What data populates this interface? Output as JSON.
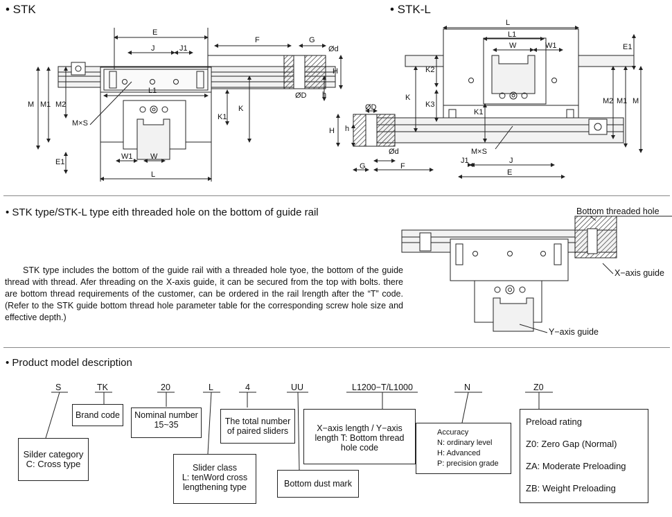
{
  "titles": {
    "stk": "• STK",
    "stkl": "• STK-L"
  },
  "dims_left": {
    "E": "E",
    "J": "J",
    "J1": "J1",
    "F": "F",
    "G": "G",
    "phi_d": "Ød",
    "H": "H",
    "phi_D": "ØD",
    "h": "h",
    "L1": "L1",
    "M": "M",
    "M1": "M1",
    "M2": "M2",
    "MxS": "M×S",
    "K1": "K1",
    "K": "K",
    "E1": "E1",
    "W1": "W1",
    "W": "W",
    "L": "L"
  },
  "dims_right": {
    "L": "L",
    "L1": "L1",
    "W": "W",
    "W1": "W1",
    "E1": "E1",
    "K2": "K2",
    "K": "K",
    "K3": "K3",
    "phi_D": "ØD",
    "H": "H",
    "h": "h",
    "K1": "K1",
    "M2": "M2",
    "M1": "M1",
    "M": "M",
    "MxS": "M×S",
    "phi_d": "Ød",
    "J1": "J1",
    "J": "J",
    "G": "G",
    "F": "F",
    "E": "E"
  },
  "section2": {
    "heading": "•  STK type/STK-L type eith threaded hole on the bottom of guide rail",
    "paragraph": "STK type includes the bottom of the guide rail with a threaded hole tyoe, the bottom of the guide thread with thread. Afer threading on the X-axis guide, it can be secured from the top with bolts. there are bottom thread requirements of the customer, can be ordered in the rail lrength after the  “T” code.(Refer to the STK guide bottom thread hole parameter table for the corresponding screw hole size and effective depth.)",
    "label_bottom_hole": "Bottom threaded hole",
    "label_x_axis": "X−axis guide",
    "label_y_axis": "Y−axis guide"
  },
  "section3": {
    "heading": "•  Product model  description",
    "codes": [
      "S",
      "TK",
      "20",
      "L",
      "4",
      "UU",
      "L1200−T/L1000",
      "N",
      "Z0"
    ],
    "boxes": {
      "brand": "Brand code",
      "nominal": [
        "Nominal number",
        "15~35"
      ],
      "sliders": [
        "The total number",
        "of paired sliders"
      ],
      "xaxis": [
        "X−axis length / Y−axis",
        "length T: Bottom thread",
        "hole code"
      ],
      "category": [
        "Silder category",
        "C: Cross type"
      ],
      "slider_class": [
        "Slider class",
        "L: tenWord cross",
        "lengthening type"
      ],
      "dust": "Bottom dust mark",
      "accuracy": [
        "Accuracy",
        "N: ordinary level",
        "H: Advanced",
        "P: precision grade"
      ],
      "preload": [
        "Preload rating",
        "Z0: Zero Gap (Normal)",
        "ZA: Moderate Preloading",
        "ZB: Weight Preloading"
      ]
    }
  },
  "colors": {
    "line": "#222222",
    "divider": "#888888",
    "hatch": "#333333"
  }
}
